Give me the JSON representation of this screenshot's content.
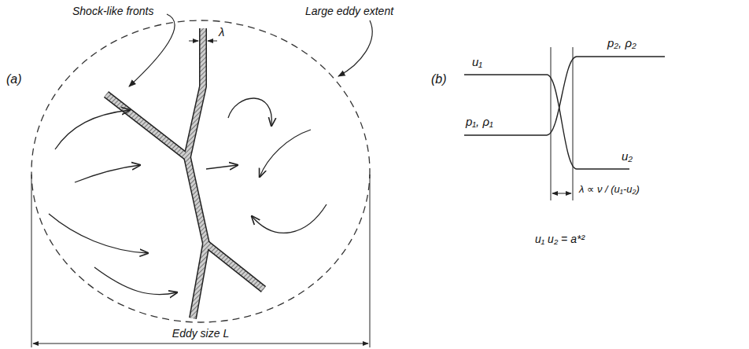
{
  "diagram": {
    "labels": [
      "(a)",
      "Shock-like fronts",
      "λ",
      "Large eddy extent",
      "Eddy size L",
      "(b)",
      "u₁",
      "p₂, ρ₂",
      "p₁, ρ₁",
      "u₂",
      "λ ∝ ν / (u₁-u₂)",
      "u₁ u₂ = a*²"
    ]
  }
}
